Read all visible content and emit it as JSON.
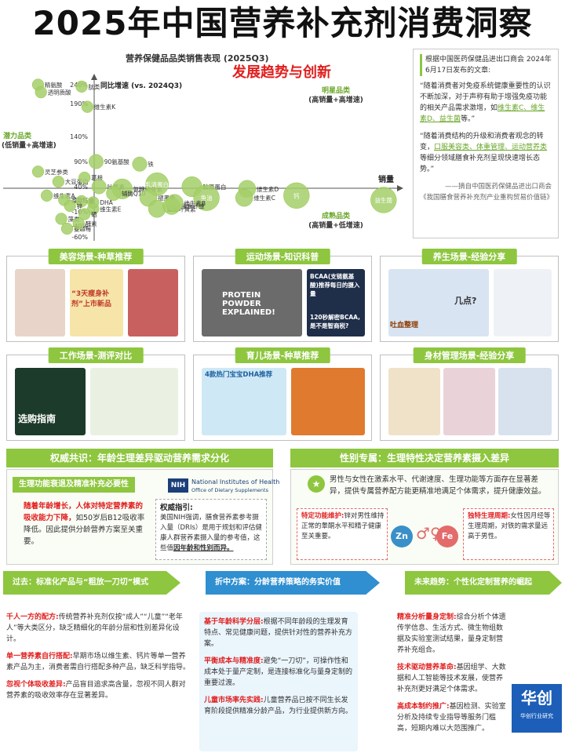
{
  "page": {
    "title": "2025年中国营养补充剂消费洞察"
  },
  "chart_data": {
    "type": "scatter",
    "title": "营养保健品品类销售表现 (2025Q3)",
    "subtitle": "发展趋势与创新",
    "ylabel": "同比增速 (vs. 2024Q3)",
    "xlabel": "销量",
    "y_ticks": [
      "240%",
      "190%",
      "140%",
      "90%",
      "40%",
      "10%",
      "-10%",
      "-40%",
      "-60%"
    ],
    "quadrants": {
      "top_left": {
        "name": "潜力品类",
        "desc": "(低销量+高增速)"
      },
      "top_right": {
        "name": "明星品类",
        "desc": "(高销量+高增速)"
      },
      "bottom_right": {
        "name": "成熟品类",
        "desc": "(高销量+低增速)"
      }
    },
    "points": [
      {
        "label": "精氨酸",
        "x": 0.5,
        "y": 240,
        "size": 3
      },
      {
        "label": "透明质酸",
        "x": 0.6,
        "y": 220,
        "size": 3
      },
      {
        "label": "肽类",
        "x": 2.0,
        "y": 235,
        "size": 3
      },
      {
        "label": "维生素K",
        "x": 2.2,
        "y": 185,
        "size": 3
      },
      {
        "label": "90氨基酸",
        "x": 2.5,
        "y": 90,
        "size": 4
      },
      {
        "label": "铁",
        "x": 4.0,
        "y": 85,
        "size": 4
      },
      {
        "label": "灵芝参类",
        "x": 0.5,
        "y": 70,
        "size": 3
      },
      {
        "label": "大豆蛋白",
        "x": 1.2,
        "y": 50,
        "size": 3
      },
      {
        "label": "葛根",
        "x": 2.1,
        "y": 58,
        "size": 3
      },
      {
        "label": "叶黄素",
        "x": 2.6,
        "y": 40,
        "size": 4
      },
      {
        "label": "氨糖软骨素",
        "x": 3.4,
        "y": 35,
        "size": 6
      },
      {
        "label": "辅酶Q10",
        "x": 3.1,
        "y": 25,
        "size": 4
      },
      {
        "label": "乳清蛋白",
        "x": 4.6,
        "y": 45,
        "size": 7
      },
      {
        "label": "胶原蛋白",
        "x": 5.8,
        "y": 40,
        "size": 6
      },
      {
        "label": "维生素D",
        "x": 7.7,
        "y": 35,
        "size": 5
      },
      {
        "label": "维生素C",
        "x": 7.6,
        "y": 15,
        "size": 5
      },
      {
        "label": "钙",
        "x": 9.4,
        "y": 20,
        "size": 8
      },
      {
        "label": "益生菌",
        "x": 12.4,
        "y": 10,
        "size": 8
      },
      {
        "label": "鱼油",
        "x": 6.3,
        "y": 15,
        "size": 8
      },
      {
        "label": "维生素E",
        "x": 2.4,
        "y": -5,
        "size": 3
      },
      {
        "label": "维生素A",
        "x": 0.8,
        "y": 20,
        "size": 3
      },
      {
        "label": "香菇红素",
        "x": 1.4,
        "y": 10,
        "size": 3
      },
      {
        "label": "镁",
        "x": 2.0,
        "y": 8,
        "size": 3
      },
      {
        "label": "DHA",
        "x": 2.4,
        "y": 6,
        "size": 3
      },
      {
        "label": "锌",
        "x": 1.6,
        "y": 0,
        "size": 3
      },
      {
        "label": "硒",
        "x": 2.1,
        "y": -15,
        "size": 3
      },
      {
        "label": "藻类",
        "x": 1.3,
        "y": -25,
        "size": 3
      },
      {
        "label": "蔓越莓",
        "x": 1.5,
        "y": -45,
        "size": 3
      },
      {
        "label": "酵素",
        "x": 1.9,
        "y": -35,
        "size": 3
      },
      {
        "label": "褪黑素",
        "x": 4.3,
        "y": 15,
        "size": 5
      },
      {
        "label": "蓝莓叶黄素",
        "x": 4.6,
        "y": -5,
        "size": 5
      },
      {
        "label": "膳食纤维",
        "x": 5.1,
        "y": 0,
        "size": 5
      },
      {
        "label": "维生素B",
        "x": 5.2,
        "y": 5,
        "size": 5
      }
    ]
  },
  "quote": {
    "head": "根据中国医药保健品进出口商会 2024年6月17日发布的文章:",
    "p1_pre": "“随着消费者对免疫系统健康重要性的认识不断加深，对于声称有助于增强免疫功能的相关产品需求激增，如",
    "p1_hl": "维生素C、维生素D、益生菌",
    "p1_post": "等。”",
    "p2_pre": "“随着消费结构的升级和消费者观念的转变，",
    "p2_hl": "口服美容类、体重管理、运动营养类",
    "p2_post": "等细分领域膳食补充剂呈现快速增长态势。”",
    "source1": "——摘自中国医药保健品进出口商会",
    "source2": "《我国膳食营养补充剂产业重构贸易价值链》"
  },
  "scenes": [
    {
      "head": "美容场景-种草推荐",
      "labels": [
        "“3天瘦身补剂”上市新品",
        ""
      ]
    },
    {
      "head": "运动场景-知识科普",
      "labels": [
        "PROTEIN POWDER EXPLAINED!",
        "BCAA(支链氨基酸)推荐每日的摄入量",
        "120秒解密BCAA,是不是智商税?"
      ]
    },
    {
      "head": "养生场景-经验分享",
      "labels": [
        "吐血整理",
        "几点?"
      ]
    },
    {
      "head": "工作场景-测评对比",
      "labels": [
        "选购指南"
      ]
    },
    {
      "head": "育儿场景-种草推荐",
      "labels": [
        "4款热门宝宝DHA推荐"
      ]
    },
    {
      "head": "身材管理场景-经验分享",
      "labels": [
        ""
      ]
    }
  ],
  "authority": {
    "head": "权威共识：年龄生理差异驱动营养需求分化",
    "sub_head": "生理功能衰退及精准补充必要性",
    "text_hl": "随着年龄增长，人体对特定营养素的吸收能力下降，",
    "text_rest": "如50岁后B12吸收率降低。因此提供分龄营养方案至关重要。",
    "nih_line1": "National Institutes of Health",
    "nih_line2": "Office of Dietary Supplements",
    "nih_abbr": "NIH",
    "guide_head": "权威指引:",
    "guide_text": "美国NIH强调，膳食营养素参考摄入量（DRIs）是用于规划和评估健康人群营养素摄入量的参考值，这些值",
    "guide_hl": "因年龄和性别而异。"
  },
  "gender": {
    "head": "性别专属：生理特性决定营养素摄入差异",
    "text": "男性与女性在激素水平、代谢速度、生理功能等方面存在显著差异，提供专属营养配方能更精准地满足个体需求，提升健康效益。",
    "male_key": "特定功能维护:",
    "male_text": "锌对男性维持正常的睾酮水平和精子健康至关重要。",
    "female_key": "独特生理周期:",
    "female_text": "女性因月经等生理周期，对铁的需求量远高于男性。",
    "zn": "Zn",
    "fe": "Fe"
  },
  "timeline": {
    "past": {
      "head": "过去：标准化产品与“粗放一刀切”模式",
      "items": [
        {
          "k": "千人一方的配方:",
          "t": "传统营养补充剂仅按“成人”“儿童”“老年人”等大类区分，缺乏精细化的年龄分层和性别差异化设计。"
        },
        {
          "k": "单一营养素自行搭配:",
          "t": "早期市场以维生素、钙片等单一营养素产品为主，消费者需自行搭配多种产品，缺乏科学指导。"
        },
        {
          "k": "忽视个体吸收差异:",
          "t": "产品盲目追求高含量，忽视不同人群对营养素的吸收效率存在显著差异。"
        }
      ]
    },
    "mid": {
      "head": "折中方案：分龄营养策略的务实价值",
      "items": [
        {
          "k": "基于年龄科学分层:",
          "t": "根据不同年龄段的生理发育特点、常见健康问题，提供针对性的营养补充方案。"
        },
        {
          "k": "平衡成本与精准度:",
          "t": "避免“一刀切”，可操作性和成本处于量产定制，是连接标准化与量身定制的重要过渡。"
        },
        {
          "k": "儿童市场率先实践:",
          "t": "儿童营养品已按不同生长发育阶段提供精准分龄产品，为行业提供新方向。"
        }
      ]
    },
    "future": {
      "head": "未来趋势：个性化定制营养的崛起",
      "items": [
        {
          "k": "精准分析量身定制:",
          "t": "综合分析个体遗传学信息、生活方式、微生物组数据及实验室测试结果，量身定制营养补充组合。"
        },
        {
          "k": "技术驱动营养革命:",
          "t": "基因组学、大数据和人工智能等技术发展，使营养补充剂更好满足个体需求。"
        },
        {
          "k": "高成本制约推广:",
          "t": "基因检测、实验室分析及持续专业指导等服务门槛高，短期内难以大范围推广。"
        }
      ]
    }
  },
  "logo": {
    "text": "华创",
    "sub": "华创行业研究"
  }
}
